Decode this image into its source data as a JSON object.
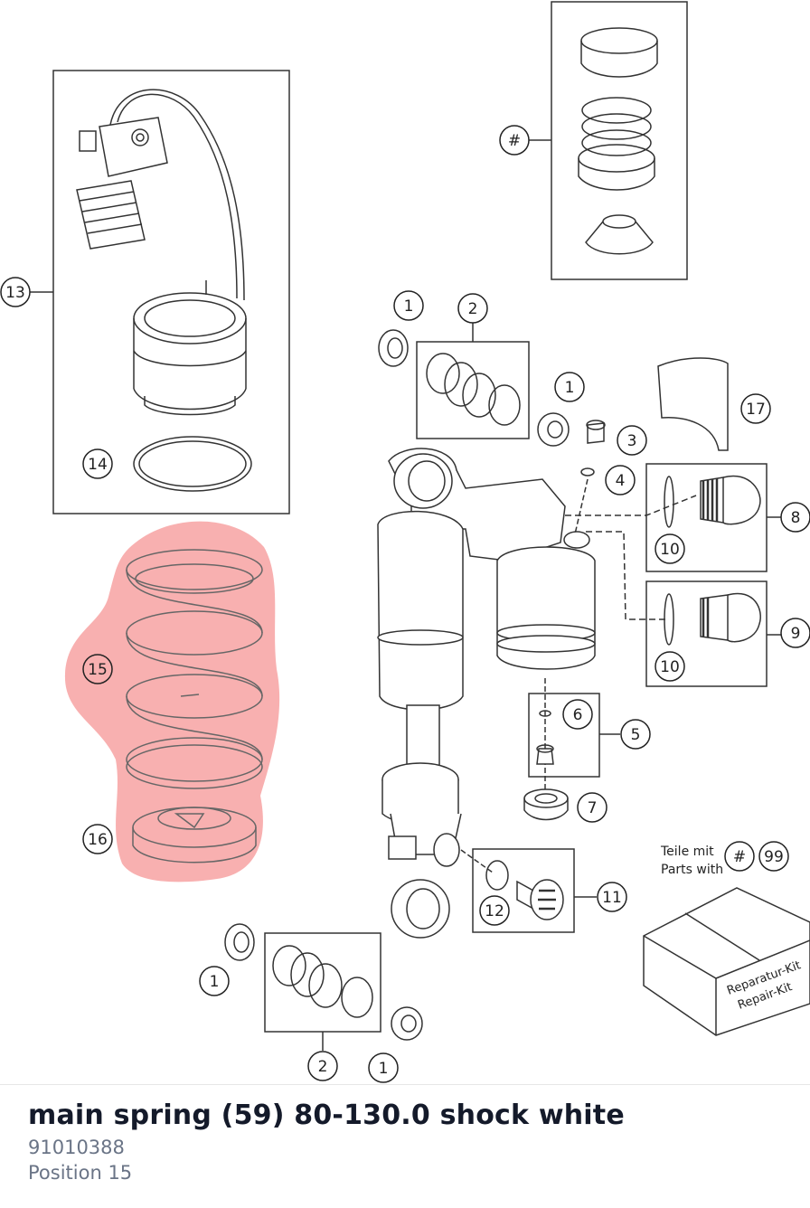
{
  "callouts": [
    {
      "label": "13"
    },
    {
      "label": "14"
    },
    {
      "label": "15"
    },
    {
      "label": "16"
    },
    {
      "label": "#"
    },
    {
      "label": "1"
    },
    {
      "label": "2"
    },
    {
      "label": "1"
    },
    {
      "label": "3"
    },
    {
      "label": "4"
    },
    {
      "label": "17"
    },
    {
      "label": "8"
    },
    {
      "label": "10"
    },
    {
      "label": "9"
    },
    {
      "label": "10"
    },
    {
      "label": "6"
    },
    {
      "label": "5"
    },
    {
      "label": "7"
    },
    {
      "label": "11"
    },
    {
      "label": "12"
    },
    {
      "label": "1"
    },
    {
      "label": "2"
    },
    {
      "label": "1"
    },
    {
      "label": "#"
    },
    {
      "label": "99"
    }
  ],
  "kit_note": {
    "line1": "Teile mit",
    "line2": "Parts with"
  },
  "kit_box": {
    "line1": "Reparatur-Kit",
    "line2": "Repair-Kit"
  },
  "highlight_color": "#f47c7c",
  "part": {
    "title": "main spring (59) 80-130.0 shock white",
    "number": "91010388",
    "position": "Position 15"
  }
}
